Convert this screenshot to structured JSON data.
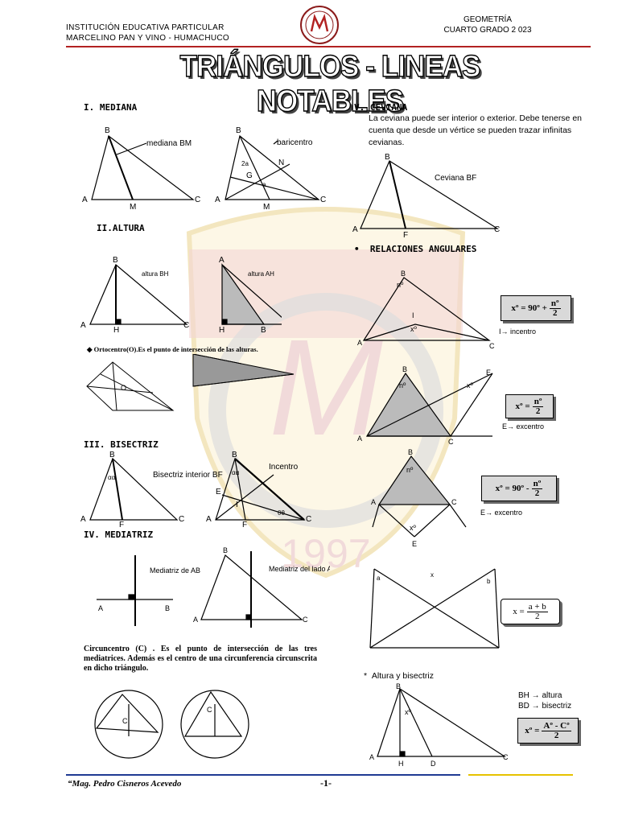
{
  "header": {
    "school_line1": "INSTITUCIÓN EDUCATIVA PARTICULAR",
    "school_line2": "MARCELINO PAN Y VINO - HUMACHUCO",
    "subject": "GEOMETRÍA",
    "grade": "CUARTO GRADO 2 023",
    "title": "TRIÁNGULOS - LINEAS NOTABLES"
  },
  "sections": {
    "mediana": "I. MEDIANA",
    "altura": "II.ALTURA",
    "ortocentro": "Ortocentro(O).Es el punto de intersección de las alturas.",
    "bisectriz": "III. BISECTRIZ",
    "mediatriz": "IV. MEDIATRIZ",
    "circuncentro": "Circuncentro (C) . Es el punto de intersección de las tres mediatrices. Además es el centro de una circunferencia circunscrita en dicho triángulo.",
    "ceviana": "V. CEVIANA",
    "ceviana_text": "La ceviana puede  ser interior o exterior. Debe tenerse en cuenta que desde un vértice se pueden trazar infinitas cevianas.",
    "relaciones": "RELACIONES ANGULARES",
    "altura_bisectriz": "Altura y bisectriz"
  },
  "labels": {
    "mediana_bm": "mediana BM",
    "baricentro": "baricentro",
    "altura_bh": "altura BH",
    "altura_ah": "altura AH",
    "bisectriz_interior": "Bisectriz interior BF",
    "incentro": "Incentro",
    "mediatriz_ab": "Mediatriz de AB",
    "mediatriz_ac": "Mediatriz del lado AC",
    "ceviana_bf": "Ceviana BF",
    "i_incentro": "I→ incentro",
    "e_excentro1": "E→ excentro",
    "e_excentro2": "E→ excentro",
    "bh_altura": "BH → altura",
    "bd_bisectriz": "BD → bisectriz"
  },
  "formulas": {
    "f1_left": "xº = 90º +",
    "f1_num": "nº",
    "f1_den": "2",
    "f2_left": "xº =",
    "f2_num": "nº",
    "f2_den": "2",
    "f3_left": "xº = 90º -",
    "f3_num": "nº",
    "f3_den": "2",
    "f4_left": "x =",
    "f4_num": "a + b",
    "f4_den": "2",
    "f5_left": "xº =",
    "f5_num": "Aº - Cº",
    "f5_den": "2"
  },
  "footer": {
    "author": "Mag. Pedro Cisneros Acevedo",
    "page": "-1-"
  },
  "colors": {
    "accent_red": "#b22222",
    "footer_blue": "#1f3a93",
    "footer_yellow": "#e6c200",
    "shade": "#b8b8b8"
  }
}
